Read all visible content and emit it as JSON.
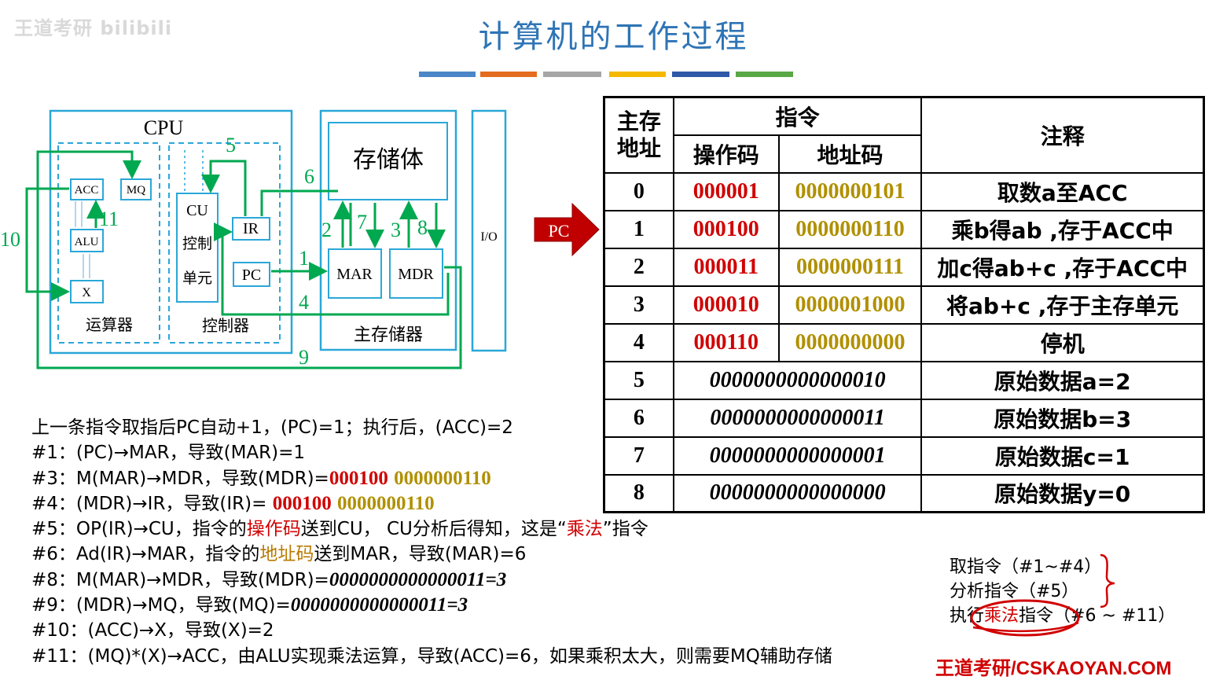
{
  "watermark": "王道考研 bilibili",
  "title": "计算机的工作过程",
  "title_bar_colors": [
    "#4a86c8",
    "#e46c1f",
    "#a6a6a6",
    "#f5b800",
    "#2f59a8",
    "#5aa745"
  ],
  "diagram": {
    "cpu_label": "CPU",
    "acc": "ACC",
    "mq": "MQ",
    "alu": "ALU",
    "x": "X",
    "alu_unit_label": "运算器",
    "cu": "CU",
    "cu_sub1": "控制",
    "cu_sub2": "单元",
    "ir": "IR",
    "pc": "PC",
    "controller_label": "控制器",
    "storage_body": "存储体",
    "mar": "MAR",
    "mdr": "MDR",
    "main_memory_label": "主存储器",
    "io": "I/O",
    "step_labels": [
      "1",
      "2",
      "3",
      "4",
      "5",
      "6",
      "7",
      "8",
      "9",
      "10",
      "11"
    ],
    "pc_arrow_label": "PC"
  },
  "table": {
    "headers": {
      "addr": "主存\n地址",
      "instr": "指令",
      "opcode": "操作码",
      "addrcode": "地址码",
      "note": "注释"
    },
    "rows": [
      {
        "addr": "0",
        "op": "000001",
        "ad": "0000000101",
        "note": "取数a至ACC"
      },
      {
        "addr": "1",
        "op": "000100",
        "ad": "0000000110",
        "note": "乘b得ab ,存于ACC中"
      },
      {
        "addr": "2",
        "op": "000011",
        "ad": "0000000111",
        "note": "加c得ab+c ,存于ACC中"
      },
      {
        "addr": "3",
        "op": "000010",
        "ad": "0000001000",
        "note": "将ab+c ,存于主存单元"
      },
      {
        "addr": "4",
        "op": "000110",
        "ad": "0000000000",
        "note": "停机"
      },
      {
        "addr": "5",
        "data": "0000000000000010",
        "note": "原始数据a=2"
      },
      {
        "addr": "6",
        "data": "0000000000000011",
        "note": "原始数据b=3"
      },
      {
        "addr": "7",
        "data": "0000000000000001",
        "note": "原始数据c=1"
      },
      {
        "addr": "8",
        "data": "0000000000000000",
        "note": "原始数据y=0"
      }
    ]
  },
  "notes": {
    "l0": "上一条指令取指后PC自动+1，(PC)=1；执行后，(ACC)=2",
    "l1": "#1：(PC)→MAR，导致(MAR)=1",
    "l2a": "#3：M(MAR)→MDR，导致(MDR)=",
    "l2b": "000100",
    "l2c": "0000000110",
    "l3a": "#4：(MDR)→IR，导致(IR)= ",
    "l3b": "000100",
    "l3c": "0000000110",
    "l4a": "#5：OP(IR)→CU，指令的",
    "l4b": "操作码",
    "l4c": "送到CU， CU分析后得知，这是“",
    "l4d": "乘法",
    "l4e": "”指令",
    "l5a": "#6：Ad(IR)→MAR，指令的",
    "l5b": "地址码",
    "l5c": "送到MAR，导致(MAR)=6",
    "l6a": "#8：M(MAR)→MDR，导致(MDR)=",
    "l6b": "0000000000000011=3",
    "l7a": "#9：(MDR)→MQ，导致(MQ)=",
    "l7b": "0000000000000011=3",
    "l8": "#10：(ACC)→X，导致(X)=2",
    "l9": "#11：(MQ)*(X)→ACC，由ALU实现乘法运算，导致(ACC)=6，如果乘积太大，则需要MQ辅助存储"
  },
  "phases": {
    "fetch": "取指令（#1~#4）",
    "analyze": "分析指令（#5）",
    "exec_a": "执行",
    "exec_b": "乘法",
    "exec_c": "指令（#6 ~ #11）"
  },
  "footer": "王道考研/CSKAOYAN.COM"
}
